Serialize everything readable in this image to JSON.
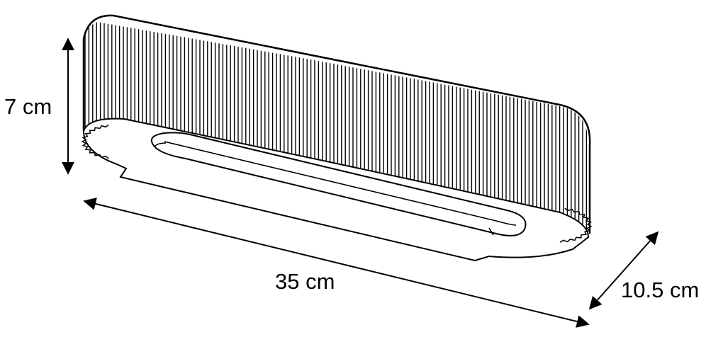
{
  "dimensions": {
    "height": "7 cm",
    "length": "35 cm",
    "depth": "10.5 cm"
  },
  "colors": {
    "line": "#000000",
    "background": "#ffffff"
  }
}
